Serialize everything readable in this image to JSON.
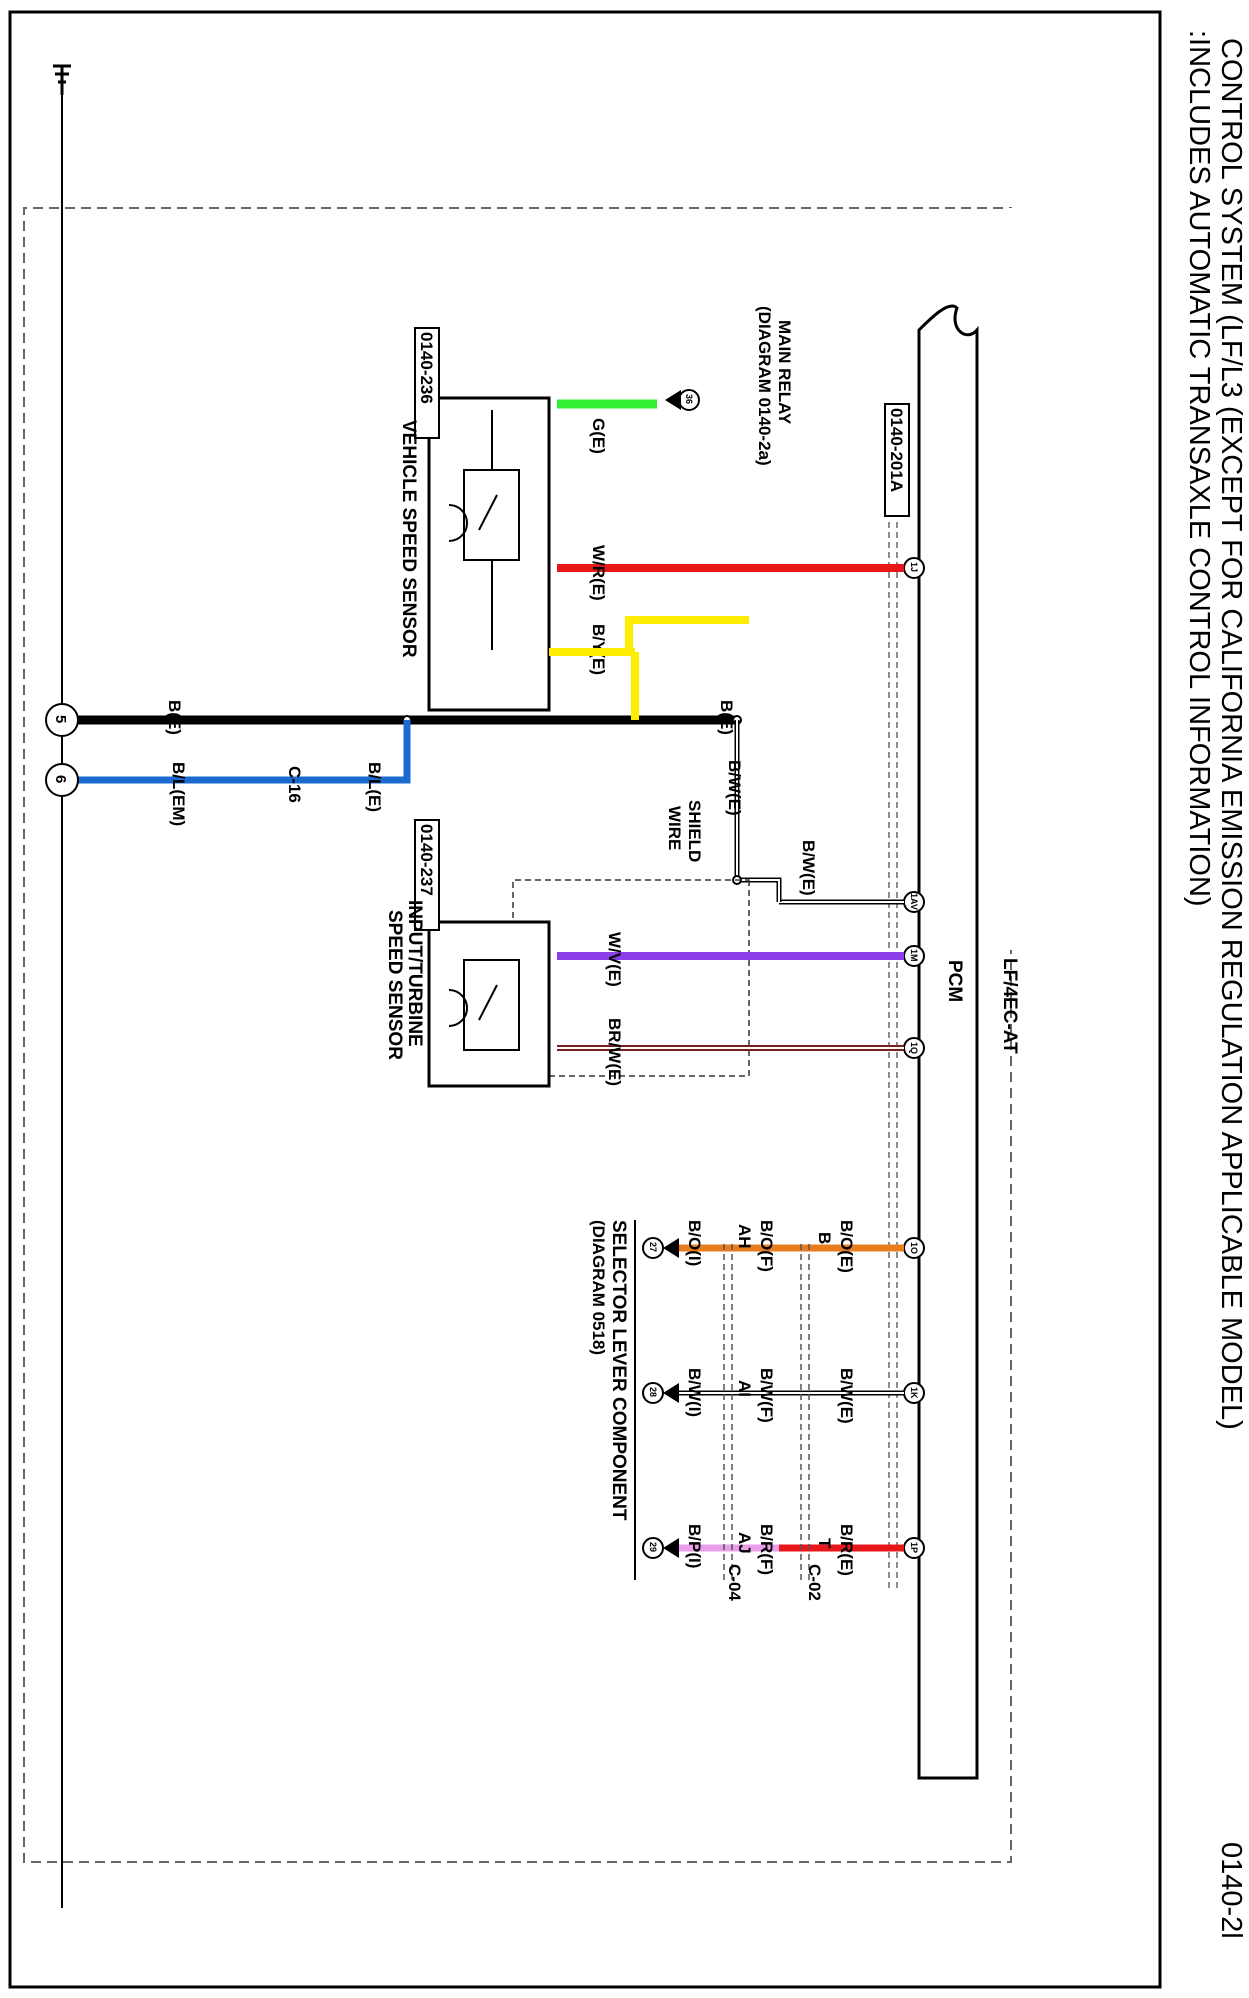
{
  "header": {
    "page_number": "0140-2l",
    "title_line1": "CONTROL SYSTEM (LF/L3 (EXCEPT FOR CALIFORNIA EMISSION REGULATION APPLICABLE MODEL)",
    "title_line2": ":INCLUDES AUTOMATIC TRANSAXLE CONTROL INFORMATION)"
  },
  "variant_label": "LF/4EC-AT",
  "pcm": {
    "label": "PCM",
    "connector_ref": "0140-201A",
    "pins": [
      "1J",
      "1AV",
      "1M",
      "1Q",
      "1O",
      "1K",
      "1P"
    ]
  },
  "vehicle_speed_sensor": {
    "label": "VEHICLE SPEED SENSOR",
    "connector_ref": "0140-236"
  },
  "turbine_sensor": {
    "label_line1": "INPUT/TURBINE",
    "label_line2": "SPEED SENSOR",
    "connector_ref": "0140-237"
  },
  "main_relay": {
    "label_line1": "MAIN RELAY",
    "label_line2": "(DIAGRAM 0140-2a)",
    "node": "36"
  },
  "shield": {
    "line1": "SHIELD",
    "line2": "WIRE"
  },
  "ground_nodes": [
    "5",
    "6"
  ],
  "selector": {
    "label_line1": "SELECTOR LEVER COMPONENT",
    "label_line2": "(DIAGRAM 0518)",
    "nodes": [
      "27",
      "28",
      "29"
    ]
  },
  "connectors": [
    "C-16",
    "C-02",
    "C-04"
  ],
  "connector_pins": [
    "B",
    "T",
    "AH",
    "AI",
    "AJ"
  ],
  "wires": {
    "vss_power": "G(E)",
    "vss_signal": "W/R(E)",
    "vss_ground": "B/Y(E)",
    "gnd_main": "B(E)",
    "gnd_main_2": "B(E)",
    "gnd_branch": "B/L(E)",
    "gnd_em": "B/L(EM)",
    "shield_lower": "B/W(E)",
    "shield_upper": "B/W(E)",
    "turbine_1": "W/V(E)",
    "turbine_2": "BR/W(E)",
    "sel1_e": "B/O(E)",
    "sel1_f": "B/O(F)",
    "sel1_i": "B/O(I)",
    "sel2_e": "B/W(E)",
    "sel2_f": "B/W(F)",
    "sel2_i": "B/W(I)",
    "sel3_e": "B/R(E)",
    "sel3_f": "B/R(F)",
    "sel3_i": "B/P(I)"
  },
  "colors": {
    "green": "#33ee33",
    "red": "#e8181a",
    "yellow": "#ffee00",
    "black": "#000000",
    "blue": "#1a6ad0",
    "violet": "#8a3ee8",
    "brown": "#7a1f1f",
    "orange": "#e87d1e",
    "pink": "#e89ee8"
  }
}
